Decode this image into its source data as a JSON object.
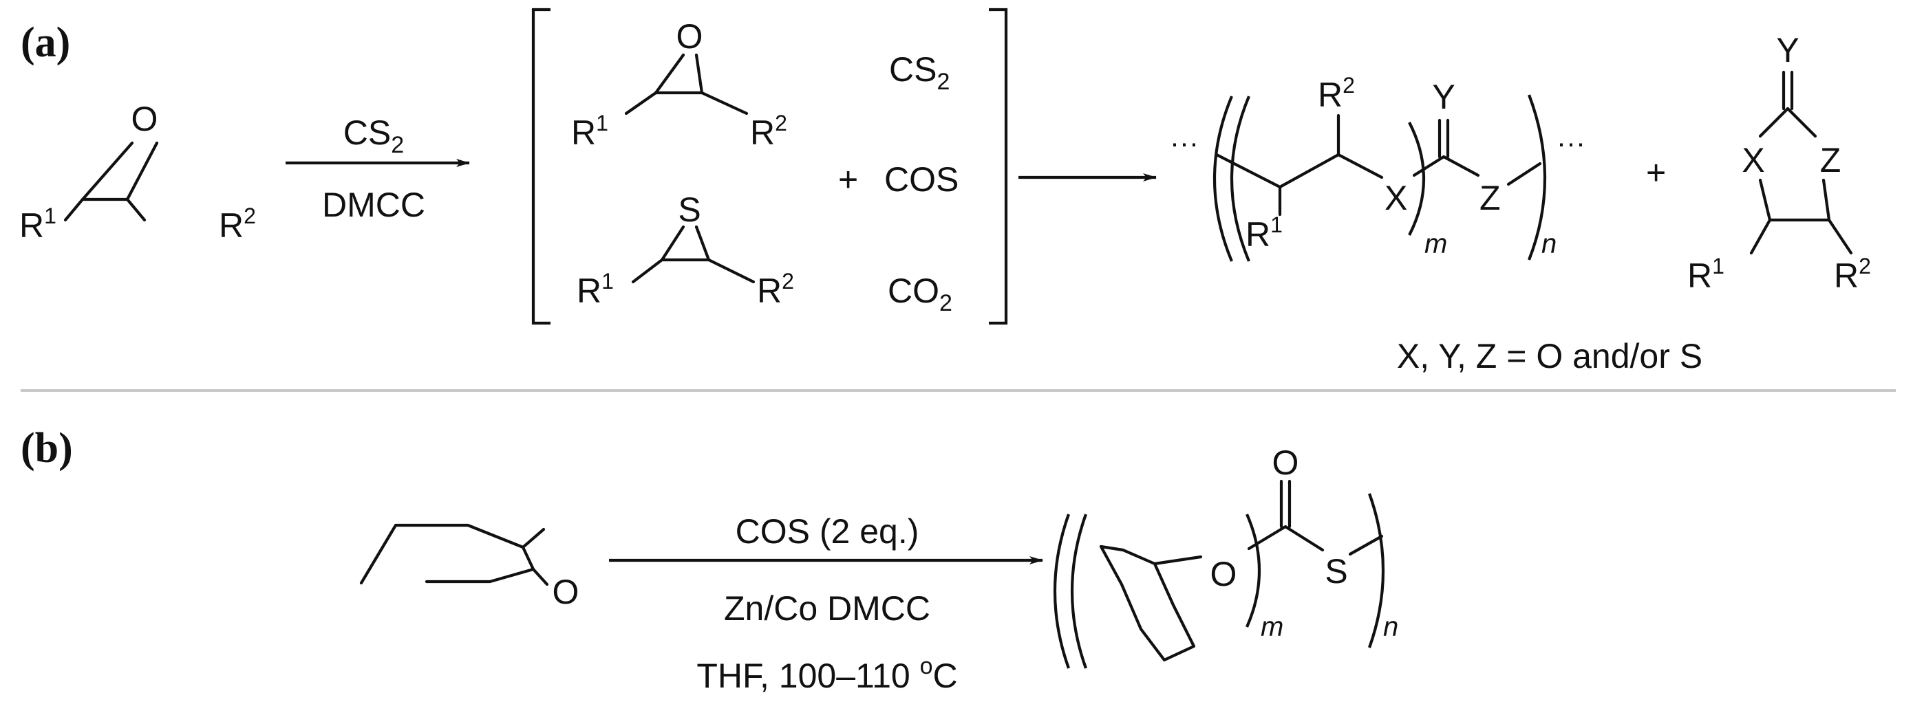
{
  "panels": {
    "a": "(a)",
    "b": "(b)"
  },
  "atoms": {
    "O": "O",
    "S": "S",
    "R": "R",
    "X": "X",
    "Y": "Y",
    "Z": "Z",
    "sup1": "1",
    "sup2": "2",
    "m": "m",
    "n": "n",
    "dots": "···"
  },
  "reaction_a": {
    "reagent_top": "CS",
    "reagent_top_sub": "2",
    "reagent_bottom": "DMCC",
    "gases": {
      "cs2": "CS",
      "cs2_sub": "2",
      "plus": "+",
      "cos": "COS",
      "co2": "CO",
      "co2_sub": "2"
    },
    "product_plus": "+",
    "footnote": "X, Y, Z = O and/or S"
  },
  "reaction_b": {
    "reagent_top": "COS (2 eq.)",
    "reagent_middle": "Zn/Co DMCC",
    "reagent_bottom_prefix": "THF, 100–110 ",
    "degree_o": "o",
    "degree_c": "C"
  }
}
